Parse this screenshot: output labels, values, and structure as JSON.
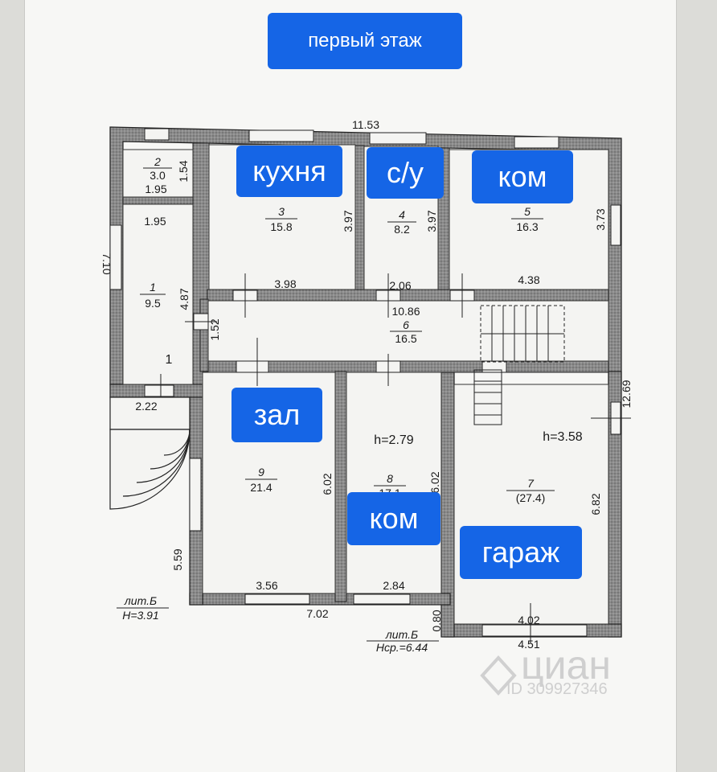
{
  "title": "первый этаж",
  "room_labels": {
    "kitchen": "кухня",
    "bathroom": "с/у",
    "room_ne": "ком",
    "hall": "зал",
    "room_s": "ком",
    "garage": "гараж"
  },
  "plan": {
    "overall_width": "11.53",
    "overall_depth": "12.69",
    "left_depth": "7.10",
    "rooms": [
      {
        "no": "2",
        "area": "3.0"
      },
      {
        "no": "1",
        "area": "9.5"
      },
      {
        "no": "3",
        "area": "15.8"
      },
      {
        "no": "4",
        "area": "8.2"
      },
      {
        "no": "5",
        "area": "16.3"
      },
      {
        "no": "6",
        "area": "16.5"
      },
      {
        "no": "9",
        "area": "21.4"
      },
      {
        "no": "8",
        "area": "17.1"
      },
      {
        "no": "7",
        "area": "(27.4)"
      }
    ],
    "dims": {
      "r2_width": "1.95",
      "r2_height": "1.54",
      "r1_width": "1.95",
      "r1_height": "4.87",
      "r3_width": "3.98",
      "r3_height": "3.97",
      "r4_width": "2.06",
      "r4_height": "3.97",
      "r5_width": "4.38",
      "r5_height": "3.73",
      "corridor_length": "10.86",
      "corridor_width": "1.52",
      "porch_width": "2.22",
      "r9_width": "3.56",
      "r9_height": "6.02",
      "r8_width": "2.84",
      "r8_height": "6.02",
      "r7_width": "4.02",
      "r7_height": "6.82",
      "garage_outer": "4.51",
      "left_lower": "5.59",
      "bottom_width": "7.02",
      "step": "0.80"
    },
    "heights": {
      "main": "h=2.79",
      "garage": "h=3.58"
    },
    "notes": {
      "lit_1": "лит.Б",
      "h_1": "H=3.91",
      "lit_2": "лит.Б",
      "h_2": "Hср.=6.44",
      "stair_mark": "1"
    }
  },
  "watermark": {
    "brand": "циан",
    "id": "ID 309927346"
  }
}
